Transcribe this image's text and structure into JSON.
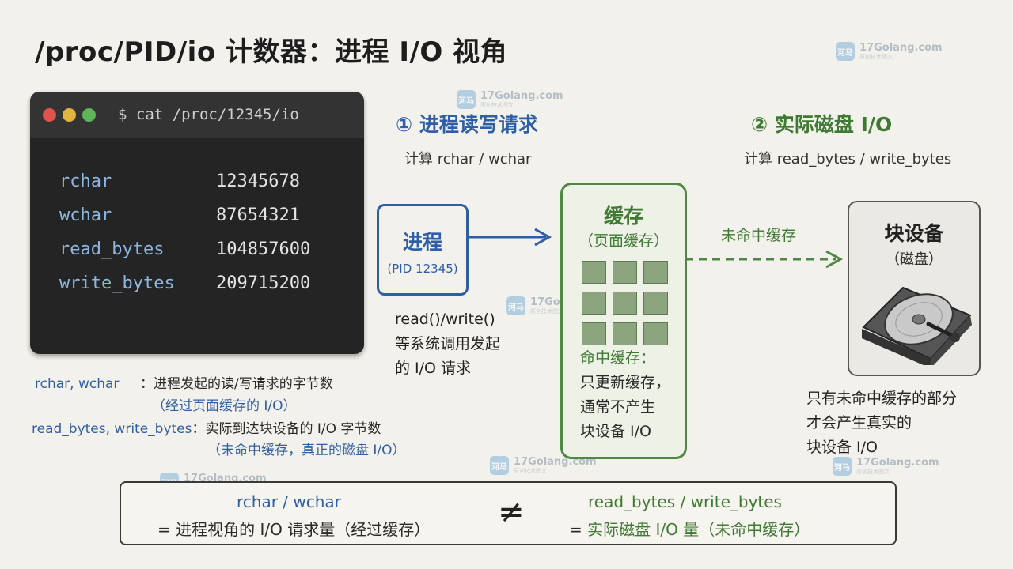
{
  "title": "/proc/PID/io 计数器：进程 I/O 视角",
  "watermark": {
    "main": "17Golang.com",
    "sub": "原创技术图文",
    "logo": "河马"
  },
  "terminal": {
    "command": "$ cat /proc/12345/io",
    "rows": [
      {
        "key": "rchar",
        "value": "12345678"
      },
      {
        "key": "wchar",
        "value": "87654321"
      },
      {
        "key": "read_bytes",
        "value": "104857600"
      },
      {
        "key": "write_bytes",
        "value": "209715200"
      }
    ],
    "dot_colors": [
      "#e0524a",
      "#e3b341",
      "#5fb35a"
    ]
  },
  "legend": {
    "line1_key": "rchar, wchar",
    "line1_text": "：进程发起的读/写请求的字节数",
    "line1_note": "（经过页面缓存的 I/O）",
    "line2_key": "read_bytes, write_bytes",
    "line2_text": "：实际到达块设备的 I/O 字节数",
    "line2_note": "（未命中缓存，真正的磁盘 I/O）"
  },
  "step1": {
    "title": "① 进程读写请求",
    "desc": "计算 rchar / wchar"
  },
  "step2": {
    "title": "② 实际磁盘 I/O",
    "desc": "计算 read_bytes / write_bytes"
  },
  "process": {
    "label": "进程",
    "pid": "(PID 12345)"
  },
  "syscall_note": [
    "read()/write()",
    "等系统调用发起",
    "的 I/O 请求"
  ],
  "cache": {
    "title": "缓存",
    "subtitle": "（页面缓存）",
    "note": [
      "命中缓存：",
      "只更新缓存，",
      "通常不产生",
      "块设备 I/O"
    ]
  },
  "miss_label": "未命中缓存",
  "disk": {
    "title": "块设备",
    "subtitle": "（磁盘）"
  },
  "disk_note": [
    "只有未命中缓存的部分",
    "才会产生真实的",
    "块设备 I/O"
  ],
  "bottom": {
    "left_top": "rchar / wchar",
    "left_bottom": "= 进程视角的 I/O 请求量（经过缓存）",
    "neq": "≠",
    "right_top": "read_bytes / write_bytes",
    "right_bottom_eq": "= ",
    "right_bottom": "实际磁盘 I/O 量（未命中缓存）"
  },
  "colors": {
    "blue": "#2e5ea8",
    "green": "#4e8843",
    "terminal_key": "#8fb6e0"
  }
}
